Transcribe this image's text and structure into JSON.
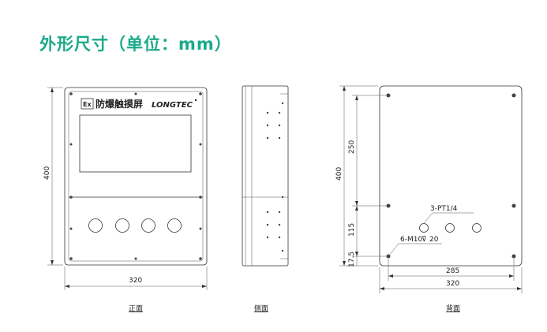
{
  "title": "外形尺寸（单位：mm）",
  "front_view": {
    "brand_mark": "Ex",
    "brand_cn": "防爆触摸屏",
    "brand_en": "LONGTEC",
    "height_dim": "400",
    "width_dim": "320",
    "caption": "正面"
  },
  "side_view": {
    "caption": "侧面"
  },
  "back_view": {
    "height_dim": "400",
    "dim_250": "250",
    "dim_115": "115",
    "dim_17_5": "17.5",
    "dim_285": "285",
    "dim_320": "320",
    "note_pt": "3-PT1/4",
    "note_m10": "6-M10",
    "note_depth": "20",
    "caption": "背面"
  },
  "colors": {
    "title": "#1aaa8a",
    "line": "#333333"
  }
}
